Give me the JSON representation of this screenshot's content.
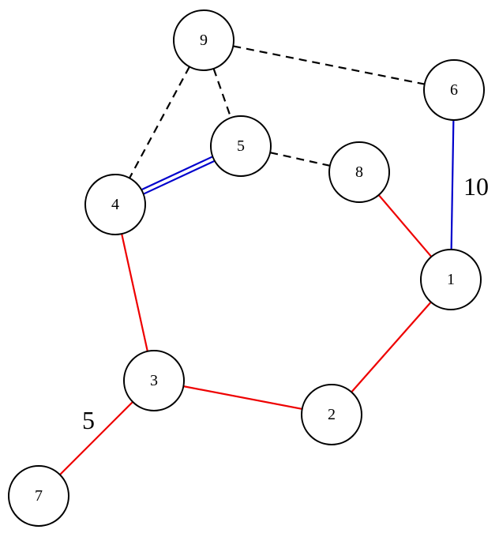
{
  "colors": {
    "red": "#ee0000",
    "blue": "#0000cc",
    "black": "#000000"
  },
  "nodes": [
    {
      "id": "1",
      "label": "1"
    },
    {
      "id": "2",
      "label": "2"
    },
    {
      "id": "3",
      "label": "3"
    },
    {
      "id": "4",
      "label": "4"
    },
    {
      "id": "5",
      "label": "5"
    },
    {
      "id": "6",
      "label": "6"
    },
    {
      "id": "7",
      "label": "7"
    },
    {
      "id": "8",
      "label": "8"
    },
    {
      "id": "9",
      "label": "9"
    }
  ],
  "edges": [
    {
      "from": "9",
      "to": "6",
      "style": "dashed",
      "color": "black"
    },
    {
      "from": "9",
      "to": "4",
      "style": "dashed",
      "color": "black"
    },
    {
      "from": "9",
      "to": "5",
      "style": "dashed",
      "color": "black"
    },
    {
      "from": "5",
      "to": "8",
      "style": "dashed",
      "color": "black"
    },
    {
      "from": "4",
      "to": "5",
      "style": "double",
      "color": "blue"
    },
    {
      "from": "6",
      "to": "1",
      "style": "solid",
      "color": "blue",
      "label": "10"
    },
    {
      "from": "8",
      "to": "1",
      "style": "solid",
      "color": "red"
    },
    {
      "from": "1",
      "to": "2",
      "style": "solid",
      "color": "red"
    },
    {
      "from": "2",
      "to": "3",
      "style": "solid",
      "color": "red"
    },
    {
      "from": "4",
      "to": "3",
      "style": "solid",
      "color": "red"
    },
    {
      "from": "3",
      "to": "7",
      "style": "solid",
      "color": "red",
      "label": "5"
    }
  ]
}
